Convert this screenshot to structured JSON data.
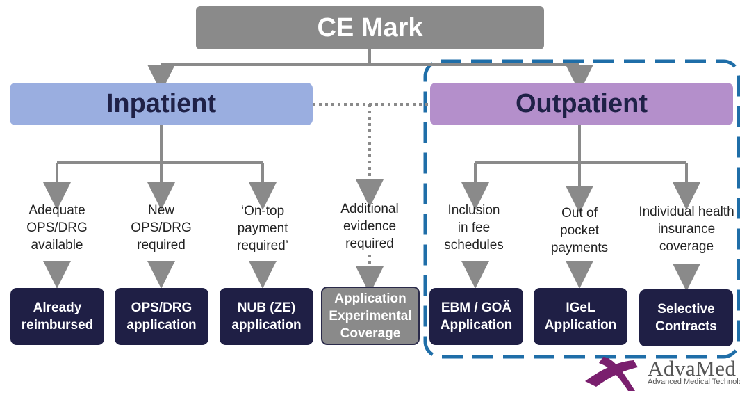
{
  "top": {
    "label": "CE Mark"
  },
  "inpatient": {
    "label": "Inpatient"
  },
  "outpatient": {
    "label": "Outpatient"
  },
  "criteria": [
    {
      "lines": [
        "Adequate",
        "OPS/DRG",
        "available"
      ]
    },
    {
      "lines": [
        "New",
        "OPS/DRG",
        "required"
      ]
    },
    {
      "lines": [
        "‘On-top",
        "payment",
        "required’"
      ]
    },
    {
      "lines": [
        "Additional",
        "evidence",
        "required"
      ]
    },
    {
      "lines": [
        "Inclusion",
        "in fee",
        "schedules"
      ]
    },
    {
      "lines": [
        "Out of",
        "pocket",
        "payments"
      ]
    },
    {
      "lines": [
        "Individual health",
        "insurance",
        "coverage"
      ]
    }
  ],
  "results": [
    {
      "lines": [
        "Already",
        "reimbursed"
      ]
    },
    {
      "lines": [
        "OPS/DRG",
        "application"
      ]
    },
    {
      "lines": [
        "NUB (ZE)",
        "application"
      ]
    },
    {
      "lines": [
        "Application",
        "Experimental",
        "Coverage"
      ]
    },
    {
      "lines": [
        "EBM / GOÄ",
        "Application"
      ]
    },
    {
      "lines": [
        "IGeL",
        "Application"
      ]
    },
    {
      "lines": [
        "Selective",
        "Contracts"
      ]
    }
  ],
  "logo": {
    "name": "AdvaMed",
    "tagline": "Advanced Medical Technolog"
  },
  "colors": {
    "top": "#8a8a8a",
    "inpatient": "#9aaee0",
    "outpatient": "#b48fcb",
    "dark": "#1f1f45",
    "dashed_frame": "#1f6ea8",
    "connector": "#8a8a8a",
    "logo": "#7a1f6e"
  }
}
